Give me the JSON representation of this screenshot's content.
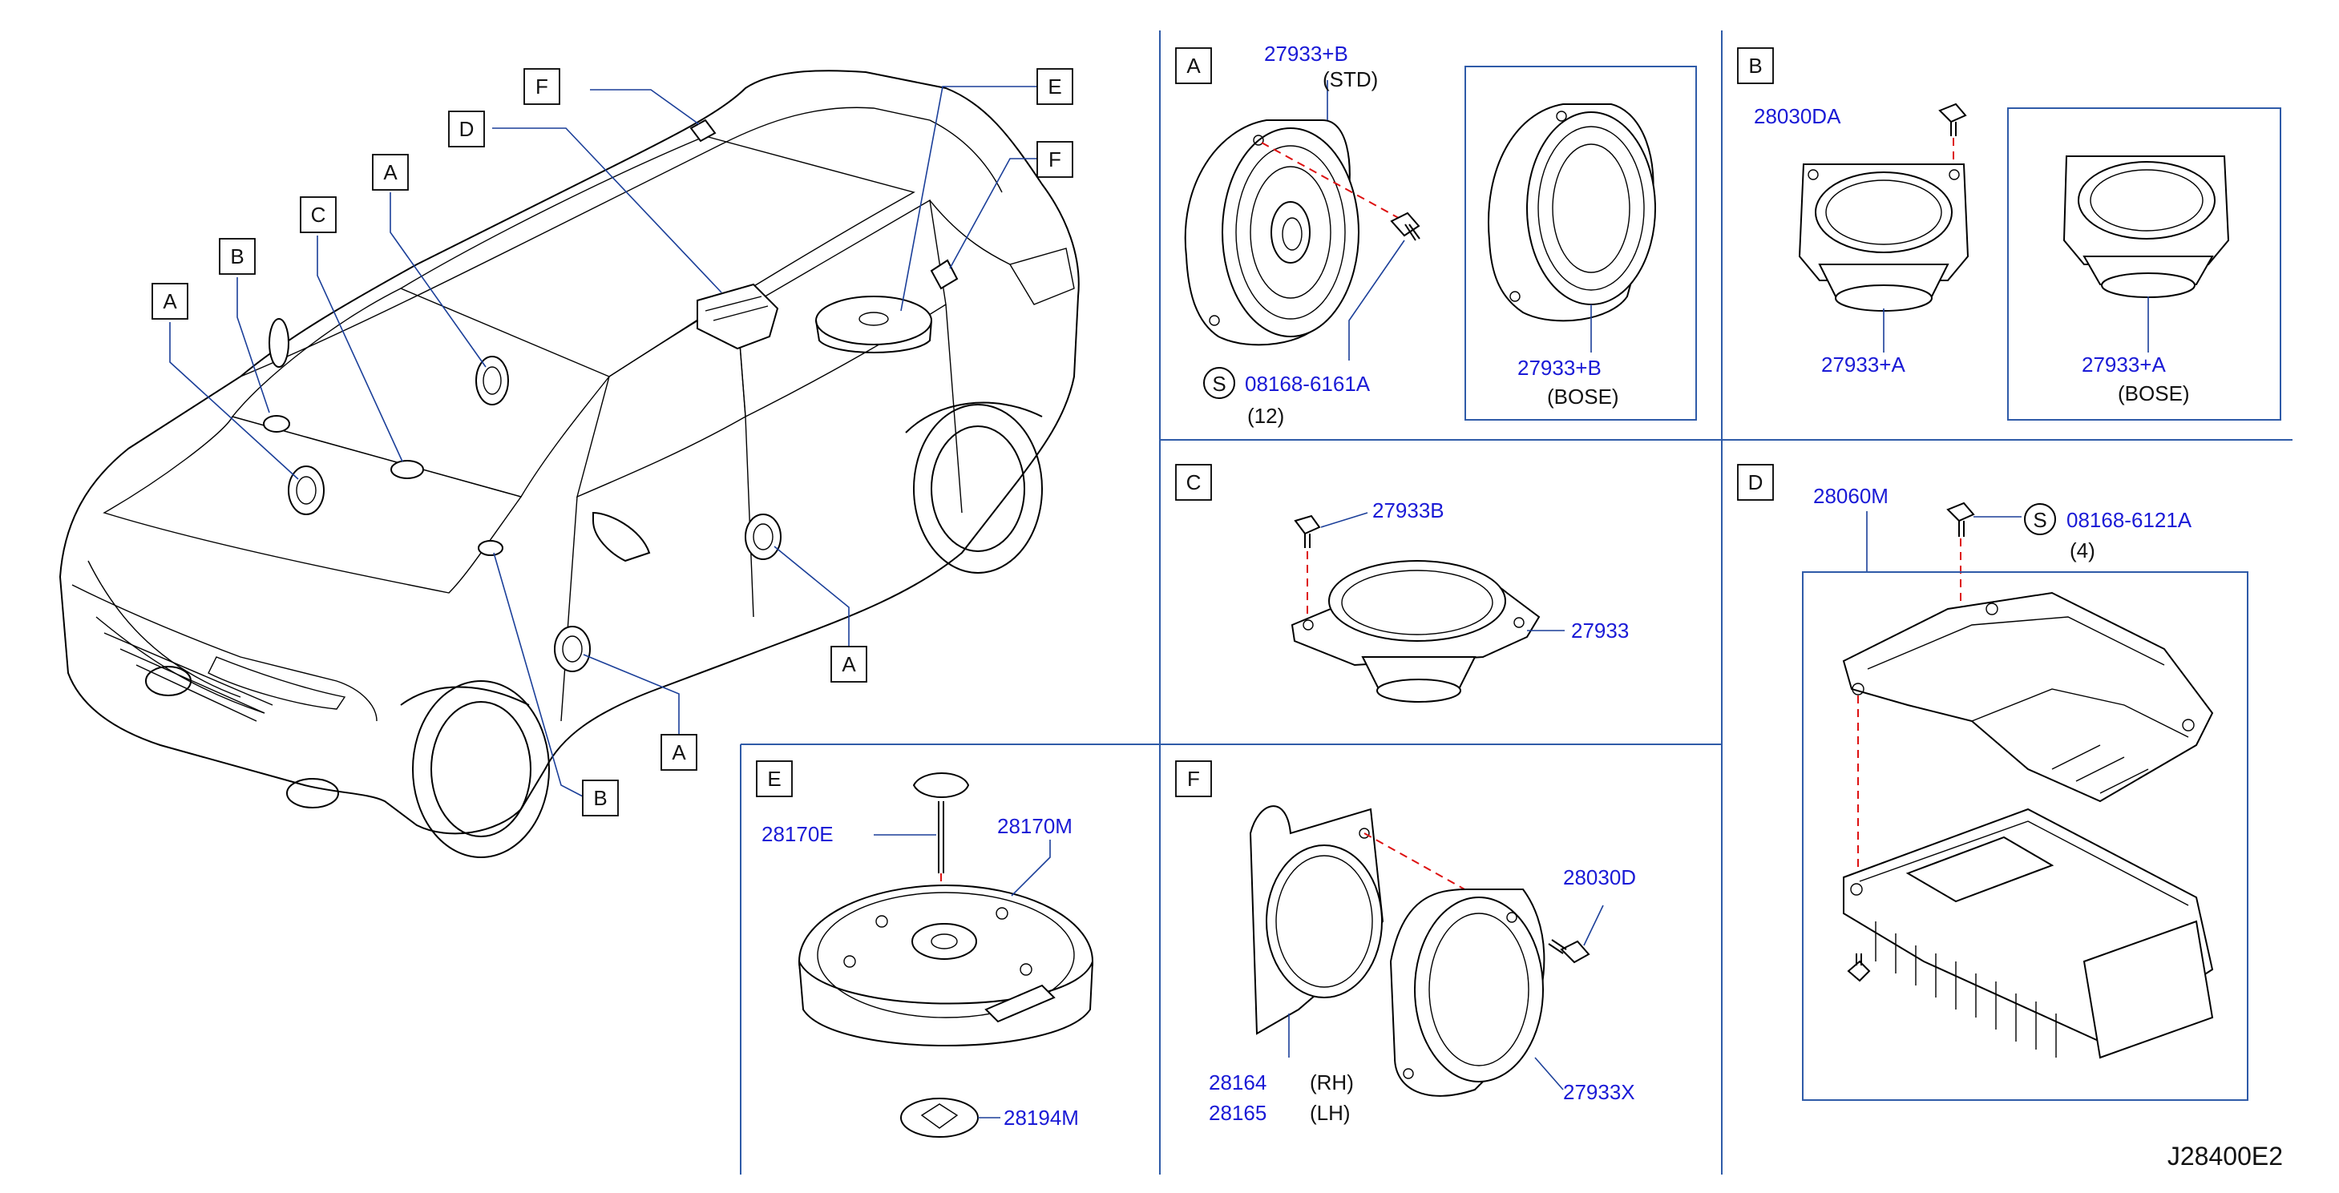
{
  "diagram_code": "J28400E2",
  "overview_callouts": [
    "F",
    "E",
    "D",
    "F",
    "A",
    "C",
    "B",
    "A",
    "A",
    "A",
    "B"
  ],
  "panels": {
    "A": {
      "letter": "A",
      "part_std": "27933+B",
      "note_std": "(STD)",
      "screw_symbol": "S",
      "screw_part": "08168-6161A",
      "screw_qty": "(12)",
      "part_bose": "27933+B",
      "note_bose": "(BOSE)"
    },
    "B": {
      "letter": "B",
      "part_screw": "28030DA",
      "part_std": "27933+A",
      "part_bose": "27933+A",
      "note_bose": "(BOSE)"
    },
    "C": {
      "letter": "C",
      "part_screw": "27933B",
      "part_speaker": "27933"
    },
    "D": {
      "letter": "D",
      "part_amp": "28060M",
      "screw_symbol": "S",
      "screw_part": "08168-6121A",
      "screw_qty": "(4)"
    },
    "E": {
      "letter": "E",
      "part_bolt": "28170E",
      "part_woofer": "28170M",
      "part_plate": "28194M"
    },
    "F": {
      "letter": "F",
      "part_screw": "28030D",
      "part_bracket_rh": "28164",
      "note_rh": "(RH)",
      "part_bracket_lh": "28165",
      "note_lh": "(LH)",
      "part_speaker": "27933X"
    }
  }
}
